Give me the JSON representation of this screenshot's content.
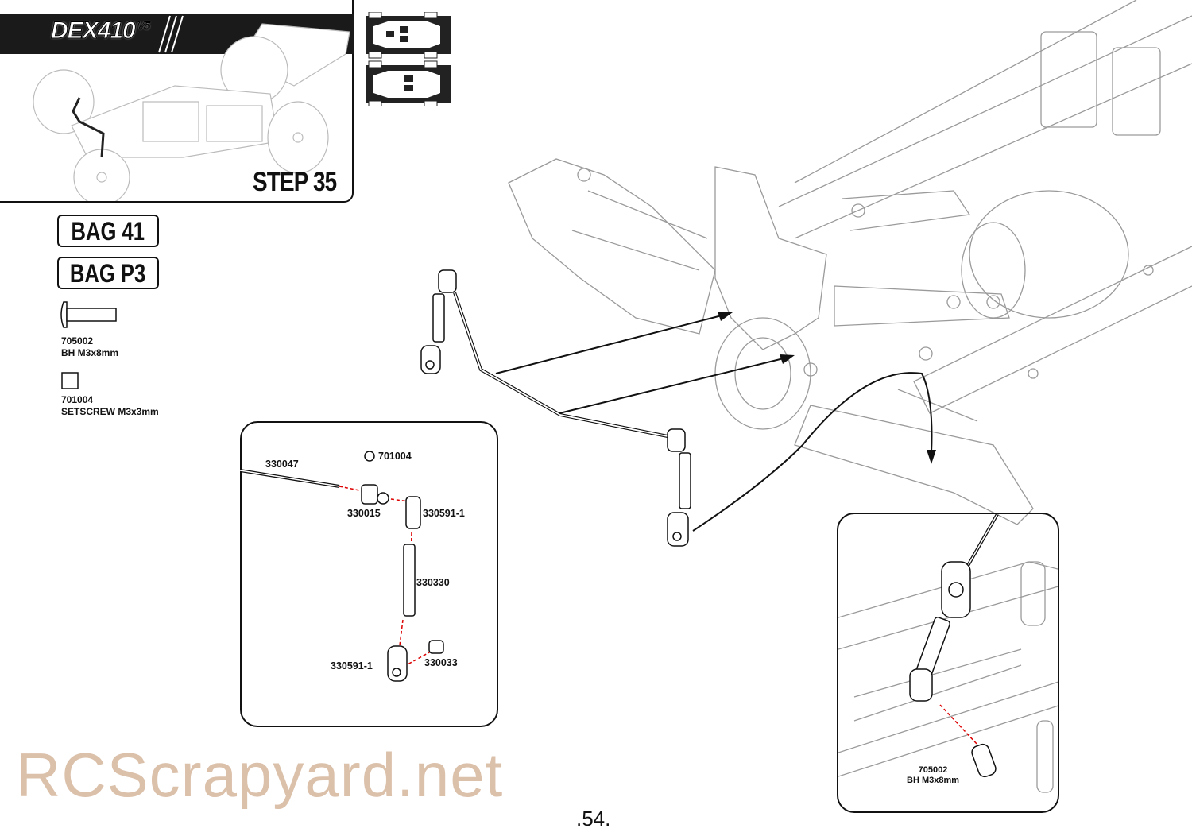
{
  "header": {
    "logo_text": "DEX410",
    "logo_version": "V5",
    "step_label": "STEP 35"
  },
  "bags": [
    {
      "label": "BAG 41"
    },
    {
      "label": "BAG P3"
    }
  ],
  "parts_list": [
    {
      "part_no": "705002",
      "desc": "BH M3x8mm",
      "icon": "button-head-screw-icon"
    },
    {
      "part_no": "701004",
      "desc": "SETSCREW M3x3mm",
      "icon": "setscrew-icon"
    }
  ],
  "detail": {
    "labels": {
      "rod": "330047",
      "setscrew": "701004",
      "collar": "330015",
      "rod_end_top": "330591-1",
      "turnbuckle": "330330",
      "rod_end_bottom": "330591-1",
      "ball": "330033"
    }
  },
  "inset": {
    "part_no": "705002",
    "desc": "BH M3x8mm"
  },
  "page_number": ".54.",
  "watermark": "RCScrapyard.net"
}
